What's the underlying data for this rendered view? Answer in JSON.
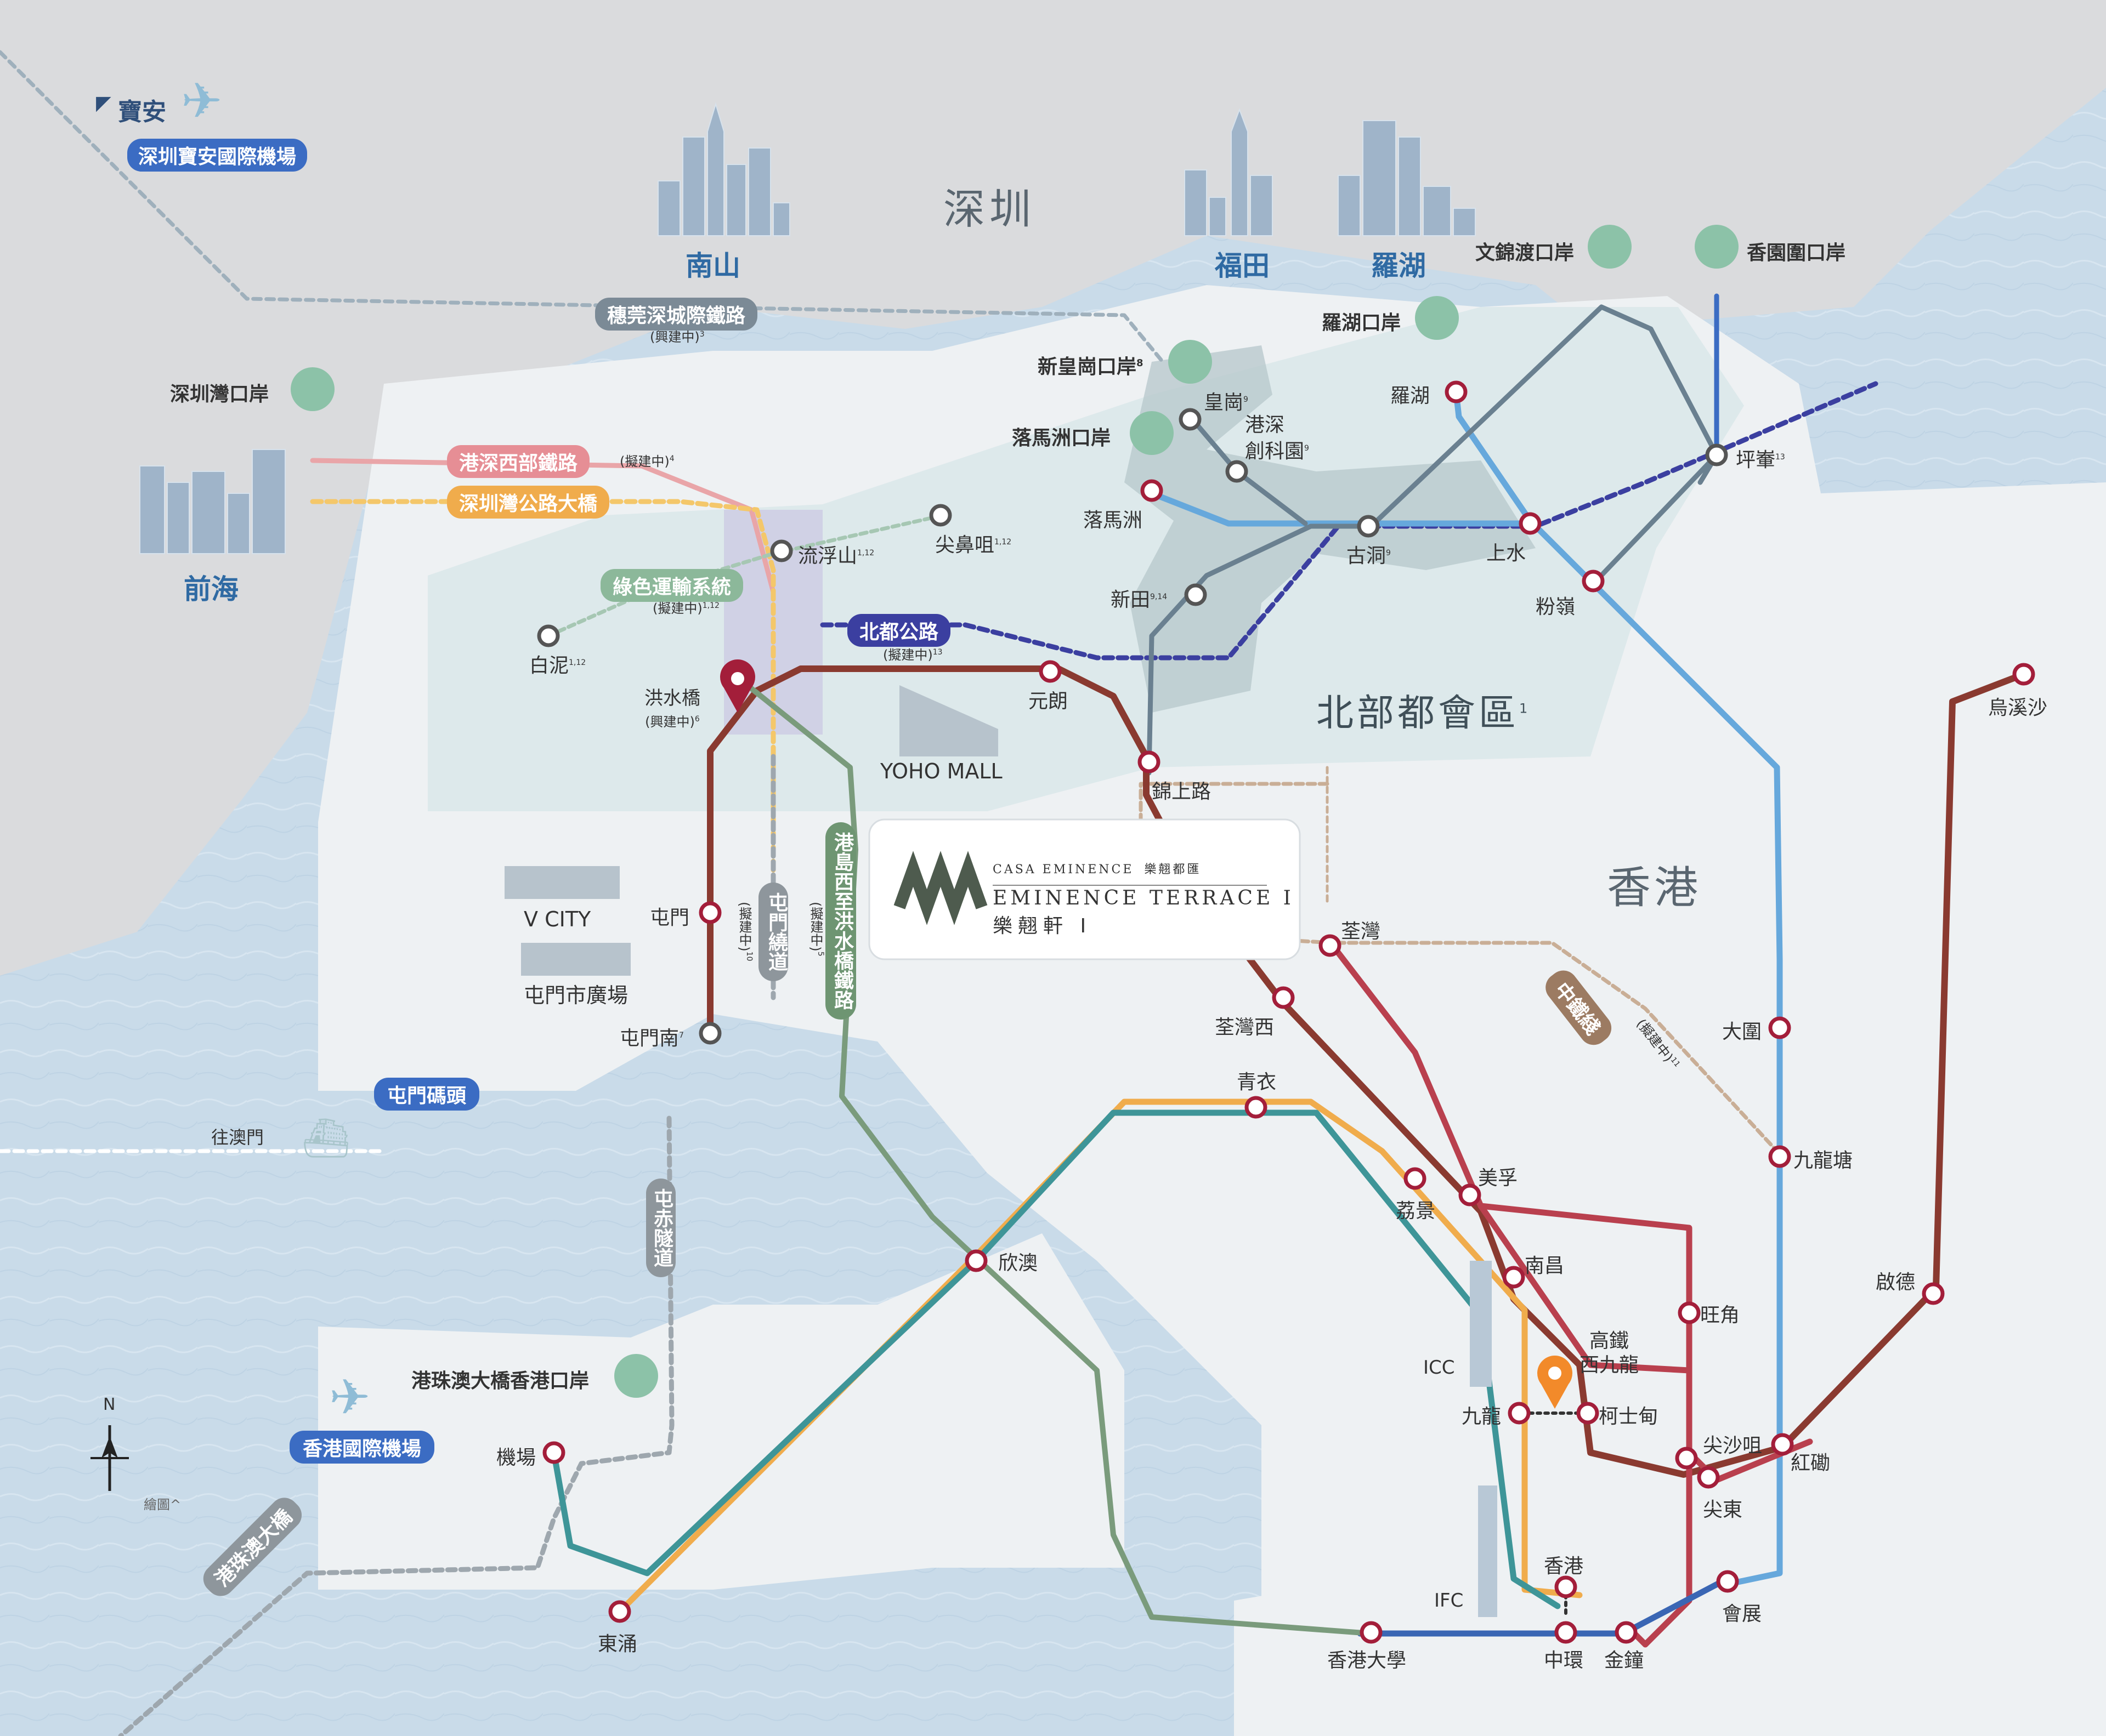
{
  "colors": {
    "sea": "#c9dbe9",
    "land": "#f3f4f5",
    "shenzhen": "#dadbdd",
    "northern": "#dbe8ea",
    "tuenMa": "#8a3a30",
    "eastRail": "#66a8dc",
    "tsuenWan": "#b9404e",
    "tungChung": "#f0ac4c",
    "airport": "#3e9598",
    "island": "#3a66b4",
    "ktl": "#2f7fa5",
    "northernLink": "#4d6a8a",
    "nmh": "#3b3fa0",
    "crossBay": "#3b7a8f",
    "hsr": "#9c7b62",
    "accent": "#a31e3a"
  },
  "regions": {
    "shenzhen": "深圳",
    "hongkong": "香港",
    "northern_metropolis": "北部都會區",
    "nm_sup": "1"
  },
  "districts": [
    {
      "id": "nanshan",
      "label": "南山"
    },
    {
      "id": "futian",
      "label": "福田"
    },
    {
      "id": "luohu",
      "label": "羅湖"
    },
    {
      "id": "qianhai",
      "label": "前海"
    }
  ],
  "airport_top": {
    "label": "寶安",
    "pill": "深圳寶安國際機場"
  },
  "pills": {
    "guanshen": {
      "label": "穗莞深城際鐵路",
      "sub": "(興建中)",
      "sup": "3"
    },
    "hkszwest": {
      "label": "港深西部鐵路",
      "sub": "(擬建中)",
      "sup": "4"
    },
    "szbay": {
      "label": "深圳灣公路大橋"
    },
    "green": {
      "label": "綠色運輸系統",
      "sub": "(擬建中)",
      "sup": "1,12"
    },
    "northern": {
      "label": "北都公路",
      "sub": "(擬建中)",
      "sup": "13"
    },
    "tmbypass": {
      "label": "屯門繞道",
      "sub": "(擬建中)",
      "sup": "10"
    },
    "hkisland": {
      "label": "港島西至洪水橋鐵路",
      "sub": "(擬建中)",
      "sup": "5"
    },
    "central": {
      "label": "中鐵綫",
      "sub": "(擬建中)",
      "sup": "11"
    },
    "ferry": {
      "label": "屯門碼頭"
    },
    "tunnel": {
      "label": "屯赤隧道"
    },
    "hkia": {
      "label": "香港國際機場"
    },
    "hzmbridge": {
      "label": "港珠澳大橋"
    }
  },
  "ports": [
    {
      "id": "szbay",
      "label": "深圳灣口岸"
    },
    {
      "id": "huanggang",
      "label": "新皇崗口岸",
      "sup": "8"
    },
    {
      "id": "lokmachau",
      "label": "落馬洲口岸"
    },
    {
      "id": "lowu",
      "label": "羅湖口岸"
    },
    {
      "id": "manKamTo",
      "label": "文錦渡口岸"
    },
    {
      "id": "heungYuen",
      "label": "香園圍口岸"
    },
    {
      "id": "hzmb",
      "label": "港珠澳大橋香港口岸"
    }
  ],
  "landmarks": {
    "yoho": "YOHO MALL",
    "vcity": "V CITY",
    "tmtp": "屯門市廣場",
    "icc": "ICC",
    "ifc": "IFC"
  },
  "misc": {
    "macau": "往澳門",
    "north": "N",
    "note": "繪圖^"
  },
  "project": {
    "brand": "CASA EMINENCE",
    "brand_cn": "樂翹都匯",
    "name": "EMINENCE TERRACE I",
    "name_cn": "樂翹軒 I"
  },
  "stations": [
    {
      "id": "hsk",
      "label": "洪水橋",
      "sub": "(興建中)",
      "sup": "6"
    },
    {
      "id": "lfs",
      "label": "流浮山",
      "sup": "1,12"
    },
    {
      "id": "tbt",
      "label": "尖鼻咀",
      "sup": "1,12"
    },
    {
      "id": "pn",
      "label": "白泥",
      "sup": "1,12"
    },
    {
      "id": "yl",
      "label": "元朗"
    },
    {
      "id": "ksr",
      "label": "錦上路"
    },
    {
      "id": "tm",
      "label": "屯門"
    },
    {
      "id": "tms",
      "label": "屯門南",
      "sup": "7"
    },
    {
      "id": "tw",
      "label": "荃灣"
    },
    {
      "id": "tww",
      "label": "荃灣西"
    },
    {
      "id": "ty",
      "label": "青衣"
    },
    {
      "id": "sunny",
      "label": "欣澳"
    },
    {
      "id": "ap",
      "label": "機場"
    },
    {
      "id": "tc",
      "label": "東涌"
    },
    {
      "id": "lck",
      "label": "荔景"
    },
    {
      "id": "mf",
      "label": "美孚"
    },
    {
      "id": "ncs",
      "label": "南昌"
    },
    {
      "id": "wk",
      "label": "高鐵\n西九龍"
    },
    {
      "id": "kow",
      "label": "九龍"
    },
    {
      "id": "aus",
      "label": "柯士甸"
    },
    {
      "id": "mk",
      "label": "旺角"
    },
    {
      "id": "tst",
      "label": "尖沙咀"
    },
    {
      "id": "etst",
      "label": "尖東"
    },
    {
      "id": "hom",
      "label": "紅磡"
    },
    {
      "id": "hk",
      "label": "香港"
    },
    {
      "id": "cen",
      "label": "中環"
    },
    {
      "id": "adm",
      "label": "金鐘"
    },
    {
      "id": "hku",
      "label": "香港大學"
    },
    {
      "id": "exh",
      "label": "會展"
    },
    {
      "id": "kt",
      "label": "九龍塘"
    },
    {
      "id": "tw2",
      "label": "大圍"
    },
    {
      "id": "tk",
      "label": "啟德"
    },
    {
      "id": "wks",
      "label": "烏溪沙"
    },
    {
      "id": "lw",
      "label": "羅湖"
    },
    {
      "id": "lmc",
      "label": "落馬洲"
    },
    {
      "id": "ss",
      "label": "上水"
    },
    {
      "id": "fl",
      "label": "粉嶺"
    },
    {
      "id": "kt2",
      "label": "古洞",
      "sup": "9"
    },
    {
      "id": "st",
      "label": "新田",
      "sup": "9,14"
    },
    {
      "id": "wg",
      "label": "皇崗",
      "sup": "9"
    },
    {
      "id": "ip",
      "label": "港深\n創科園",
      "sup": "9"
    },
    {
      "id": "pc",
      "label": "坪輋",
      "sup": "13"
    }
  ]
}
